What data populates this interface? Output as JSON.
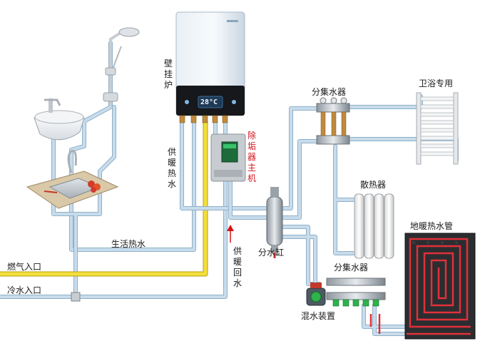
{
  "labels": {
    "boiler": "壁挂炉",
    "heating_supply": "供暖热水",
    "descaler": "除垢器主机",
    "heating_return": "供暖回水",
    "manifold_bucket": "分水缸",
    "manifold_top": "分集水器",
    "towel_rail": "卫浴专用",
    "radiator": "散热器",
    "floor_heating": "地暖热水管",
    "manifold_bottom": "分集水器",
    "mixing_device": "混水装置",
    "domestic_hot_water": "生活热水",
    "gas_inlet": "燃气入口",
    "cold_water_inlet": "冷水入口"
  },
  "display": {
    "temperature": "28°C"
  },
  "colors": {
    "pipe": "#b8d2e6",
    "pipe_edge": "#8fb0c8",
    "gas_pipe": "#f3df3c",
    "floor_loop": "#e0303a",
    "accent_red": "#d4141c",
    "text": "#1a1a1a"
  }
}
